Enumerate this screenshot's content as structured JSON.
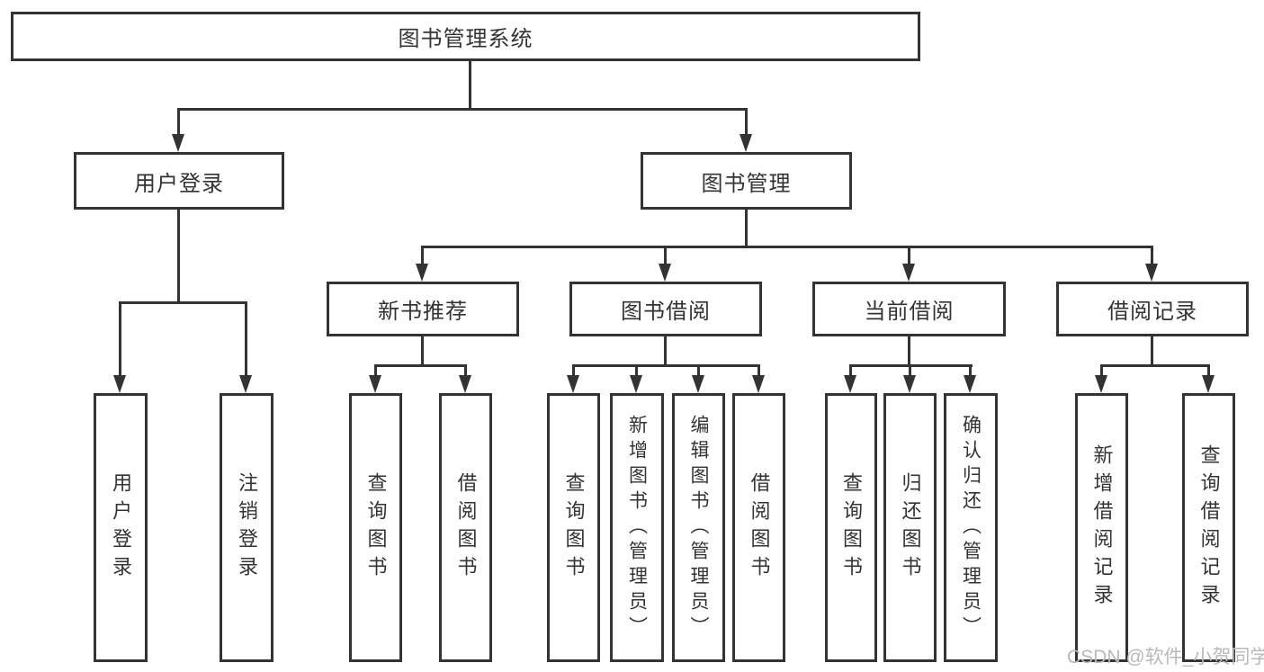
{
  "tree": {
    "label": "图书管理系统",
    "children": [
      {
        "label": "用户登录",
        "children": [
          {
            "label": "用户登录"
          },
          {
            "label": "注销登录"
          }
        ]
      },
      {
        "label": "图书管理",
        "children": [
          {
            "label": "新书推荐",
            "children": [
              {
                "label": "查询图书"
              },
              {
                "label": "借阅图书"
              }
            ]
          },
          {
            "label": "图书借阅",
            "children": [
              {
                "label": "查询图书"
              },
              {
                "label": "新增图书（管理员）"
              },
              {
                "label": "编辑图书（管理员）"
              },
              {
                "label": "借阅图书"
              }
            ]
          },
          {
            "label": "当前借阅",
            "children": [
              {
                "label": "查询图书"
              },
              {
                "label": "归还图书"
              },
              {
                "label": "确认归还（管理员）"
              }
            ]
          },
          {
            "label": "借阅记录",
            "children": [
              {
                "label": "新增借阅记录"
              },
              {
                "label": "查询借阅记录"
              }
            ]
          }
        ]
      }
    ]
  },
  "watermark": {
    "text": "CSDN @软件_小贺同学"
  },
  "colors": {
    "line": "#333333",
    "text": "#333333",
    "background": "#ffffff",
    "watermark": "#b9b9b9"
  }
}
